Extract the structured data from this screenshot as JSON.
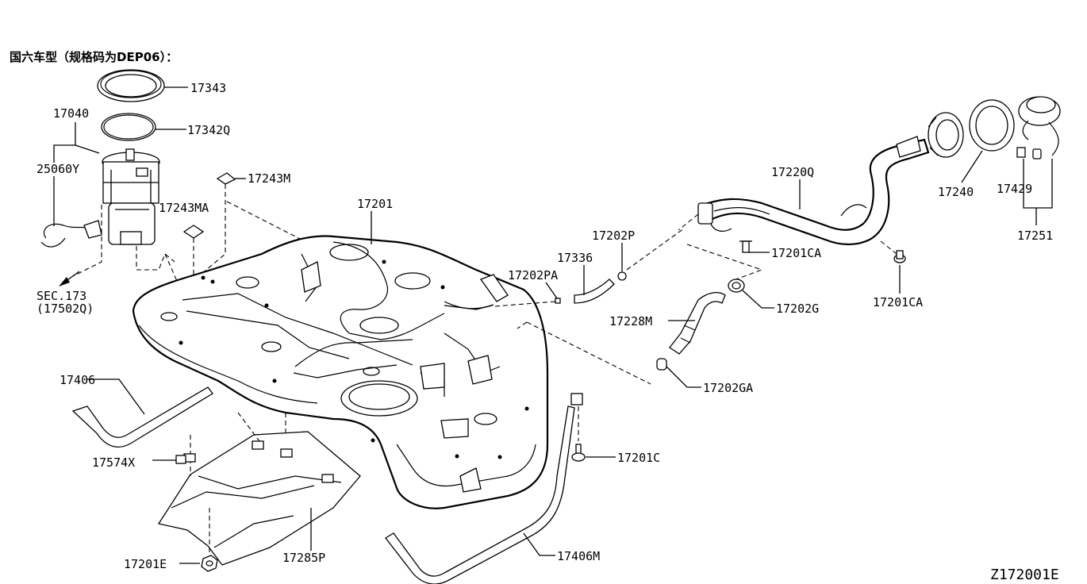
{
  "heading": "国六车型（规格码为DEP06）：",
  "drawing_ref": "Z172001E",
  "parts": {
    "p17343": "17343",
    "p17342q": "17342Q",
    "p17040": "17040",
    "p25060y": "25060Y",
    "p17243m": "17243M",
    "p17243ma": "17243MA",
    "p17201": "17201",
    "sec173": "SEC.173",
    "sec173_sub": "(17502Q)",
    "p17220q": "17220Q",
    "p17240": "17240",
    "p17429": "17429",
    "p17251": "17251",
    "p17202p": "17202P",
    "p17336": "17336",
    "p17202pa": "17202PA",
    "p17201ca_a": "17201CA",
    "p17201ca_b": "17201CA",
    "p17202g": "17202G",
    "p17228m": "17228M",
    "p17202ga": "17202GA",
    "p17406": "17406",
    "p17574x": "17574X",
    "p17201c": "17201C",
    "p17201e": "17201E",
    "p17285p": "17285P",
    "p17406m": "17406M"
  }
}
